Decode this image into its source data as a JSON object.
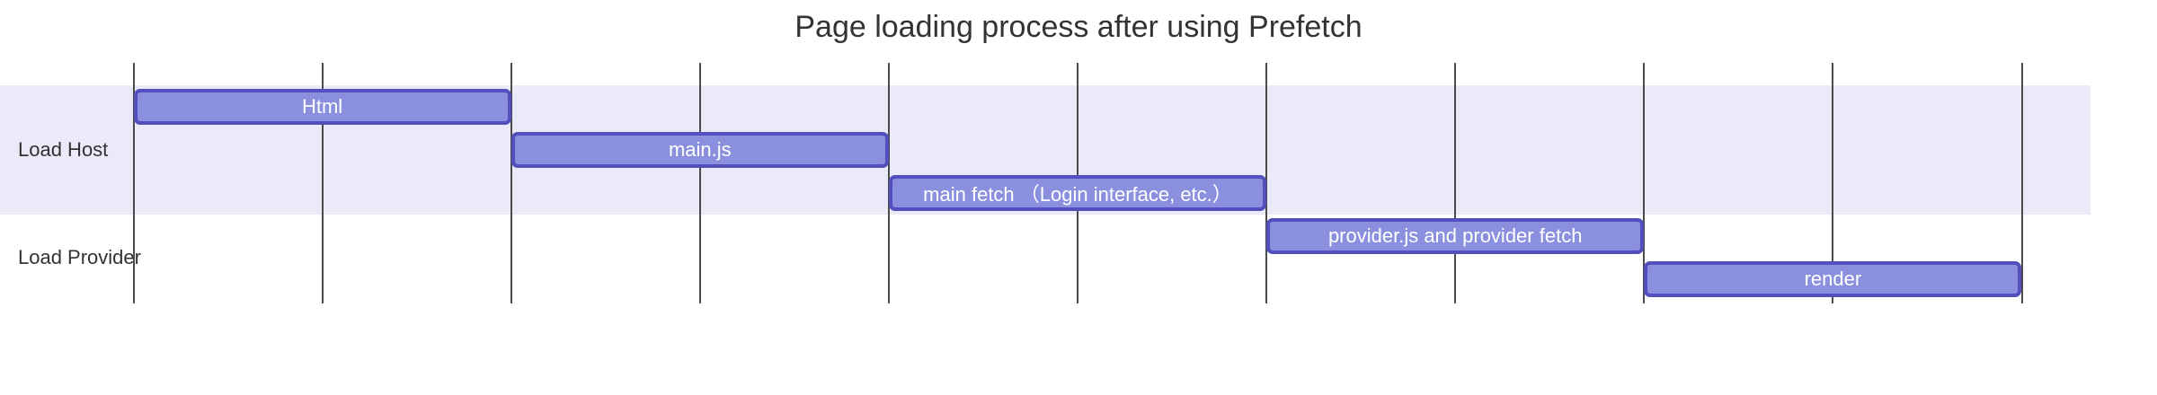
{
  "colors": {
    "background": "#ffffff",
    "title_text": "#333333",
    "section_label_text": "#333333",
    "section_band": "#eaeaf8",
    "grid_line": "#4a4a4a",
    "task_fill": "#8a90dd",
    "task_border": "#534fbc",
    "task_label_text": "#ffffff"
  },
  "chart_data": {
    "type": "gantt",
    "title": "Page loading process after using Prefetch",
    "x_axis": {
      "grid_on": true,
      "tick_labels_visible": false,
      "total_time_units": 10,
      "gridline_count": 11
    },
    "legend": "none",
    "sections": [
      {
        "label": "Load Host",
        "banded": true,
        "tasks": [
          {
            "label": "Html",
            "start": 0,
            "end": 2
          },
          {
            "label": "main.js",
            "start": 2,
            "end": 4
          },
          {
            "label": "main fetch （Login interface, etc.）",
            "start": 4,
            "end": 6
          }
        ]
      },
      {
        "label": "Load Provider",
        "banded": false,
        "tasks": [
          {
            "label": "provider.js and provider fetch",
            "start": 6,
            "end": 8
          },
          {
            "label": "render",
            "start": 8,
            "end": 10
          }
        ]
      }
    ]
  }
}
